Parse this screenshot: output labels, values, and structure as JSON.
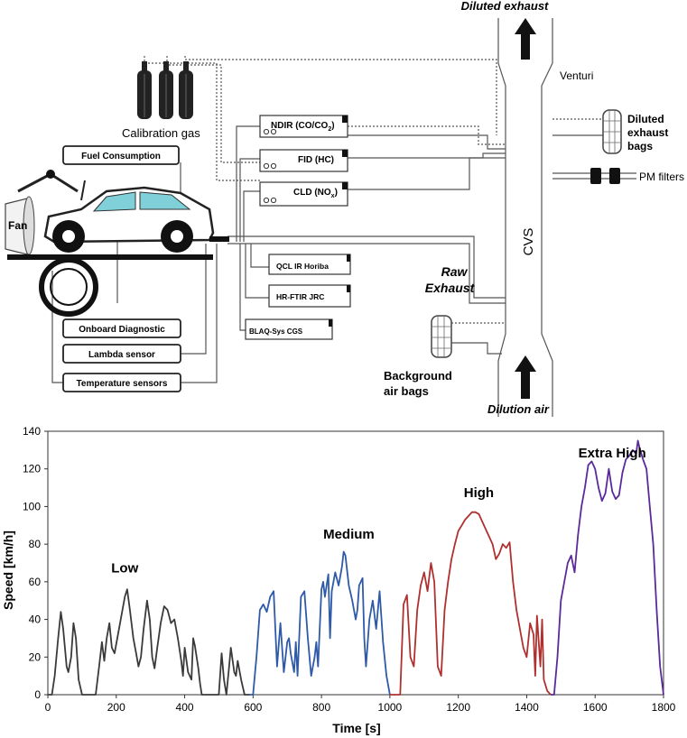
{
  "diagram": {
    "labels": {
      "diluted_exhaust_top": "Diluted exhaust",
      "venturi": "Venturi",
      "calibration_gas": "Calibration gas",
      "ndir": "NDIR (CO/CO",
      "ndir_sub": "2",
      "ndir_tail": ")",
      "fid": "FID (HC)",
      "cld": "CLD (NO",
      "cld_sub": "x",
      "cld_tail": ")",
      "diluted_bags_1": "Diluted",
      "diluted_bags_2": "exhaust",
      "diluted_bags_3": "bags",
      "pm_filters": "PM filters",
      "fuel_consumption": "Fuel Consumption",
      "fan": "Fan",
      "cvs": "CVS",
      "qcl": "QCL IR   Horiba",
      "hrftir": "HR-FTIR   JRC",
      "blaq": "BLAQ-Sys   CGS",
      "raw_exhaust_1": "Raw",
      "raw_exhaust_2": "Exhaust",
      "obd": "Onboard Diagnostic",
      "lambda": "Lambda sensor",
      "temperature": "Temperature sensors",
      "background_1": "Background",
      "background_2": "air bags",
      "dilution_air": "Dilution air"
    },
    "colors": {
      "line": "#555555",
      "car_glass": "#7fd0d8",
      "dark": "#1a1a1a"
    }
  },
  "chart_data": {
    "type": "line",
    "xlabel": "Time [s]",
    "ylabel": "Speed [km/h]",
    "xlim": [
      0,
      1800
    ],
    "ylim": [
      0,
      140
    ],
    "xticks": [
      0,
      200,
      400,
      600,
      800,
      1000,
      1200,
      1400,
      1600,
      1800
    ],
    "yticks": [
      0,
      20,
      40,
      60,
      80,
      100,
      120,
      140
    ],
    "grid": false,
    "series": [
      {
        "name": "Low",
        "color": "#3a3a3a",
        "x": [
          0,
          12,
          20,
          30,
          38,
          45,
          55,
          60,
          68,
          75,
          82,
          90,
          100,
          120,
          140,
          150,
          158,
          165,
          172,
          180,
          187,
          195,
          205,
          215,
          225,
          232,
          240,
          250,
          258,
          265,
          272,
          280,
          290,
          298,
          305,
          312,
          320,
          330,
          340,
          350,
          360,
          370,
          380,
          390,
          395,
          400,
          410,
          420,
          425,
          430,
          440,
          445,
          450,
          500,
          508,
          515,
          522,
          530,
          535,
          545,
          550,
          555,
          565,
          575,
          590
        ],
        "y": [
          0,
          0,
          10,
          30,
          44,
          35,
          15,
          12,
          20,
          38,
          30,
          8,
          0,
          0,
          0,
          15,
          28,
          18,
          30,
          38,
          25,
          22,
          32,
          42,
          52,
          56,
          45,
          30,
          22,
          15,
          20,
          35,
          50,
          40,
          20,
          14,
          25,
          38,
          47,
          45,
          38,
          40,
          30,
          18,
          10,
          25,
          12,
          8,
          30,
          26,
          14,
          6,
          0,
          0,
          22,
          8,
          0,
          15,
          25,
          12,
          10,
          18,
          8,
          0,
          0
        ]
      },
      {
        "name": "Medium",
        "color": "#2e5aa8",
        "x": [
          590,
          600,
          610,
          620,
          630,
          640,
          650,
          660,
          670,
          680,
          690,
          700,
          705,
          710,
          720,
          725,
          730,
          740,
          750,
          760,
          770,
          780,
          785,
          790,
          800,
          805,
          810,
          820,
          825,
          830,
          840,
          850,
          860,
          865,
          870,
          880,
          890,
          900,
          905,
          910,
          920,
          925,
          930,
          940,
          950,
          960,
          970,
          980,
          990,
          1000
        ],
        "y": [
          0,
          0,
          20,
          45,
          48,
          44,
          52,
          55,
          15,
          38,
          12,
          28,
          30,
          22,
          12,
          28,
          10,
          52,
          55,
          30,
          10,
          20,
          28,
          15,
          56,
          60,
          52,
          64,
          30,
          55,
          65,
          58,
          68,
          76,
          74,
          58,
          50,
          40,
          45,
          58,
          62,
          30,
          15,
          40,
          50,
          35,
          55,
          28,
          10,
          0
        ]
      },
      {
        "name": "High",
        "color": "#b03030",
        "x": [
          1000,
          1020,
          1030,
          1040,
          1050,
          1060,
          1070,
          1080,
          1090,
          1100,
          1110,
          1120,
          1130,
          1140,
          1150,
          1160,
          1170,
          1180,
          1190,
          1200,
          1210,
          1220,
          1230,
          1240,
          1250,
          1260,
          1270,
          1280,
          1290,
          1300,
          1310,
          1320,
          1330,
          1340,
          1350,
          1360,
          1370,
          1380,
          1390,
          1400,
          1410,
          1420,
          1425,
          1430,
          1440,
          1445,
          1450,
          1460,
          1470
        ],
        "y": [
          0,
          0,
          0,
          48,
          53,
          20,
          15,
          45,
          58,
          65,
          55,
          70,
          60,
          15,
          10,
          45,
          60,
          72,
          80,
          87,
          90,
          93,
          95,
          97,
          97,
          96,
          92,
          88,
          84,
          80,
          72,
          75,
          80,
          78,
          81,
          60,
          45,
          35,
          25,
          20,
          38,
          32,
          10,
          42,
          15,
          40,
          8,
          2,
          0
        ]
      },
      {
        "name": "Extra High",
        "color": "#5b2a9a",
        "x": [
          1470,
          1480,
          1490,
          1500,
          1510,
          1520,
          1530,
          1540,
          1550,
          1560,
          1570,
          1580,
          1590,
          1600,
          1610,
          1620,
          1630,
          1640,
          1650,
          1660,
          1670,
          1680,
          1690,
          1700,
          1710,
          1720,
          1725,
          1730,
          1740,
          1750,
          1760,
          1770,
          1780,
          1790,
          1800
        ],
        "y": [
          0,
          0,
          20,
          50,
          60,
          70,
          74,
          65,
          85,
          100,
          110,
          122,
          124,
          120,
          110,
          103,
          107,
          120,
          108,
          104,
          106,
          118,
          125,
          127,
          130,
          128,
          135,
          131,
          125,
          120,
          100,
          80,
          45,
          15,
          0
        ]
      }
    ],
    "annotations": [
      {
        "text": "Low",
        "x": 225,
        "y": 65
      },
      {
        "text": "Medium",
        "x": 880,
        "y": 83
      },
      {
        "text": "High",
        "x": 1260,
        "y": 105
      },
      {
        "text": "Extra High",
        "x": 1650,
        "y": 126
      }
    ]
  }
}
